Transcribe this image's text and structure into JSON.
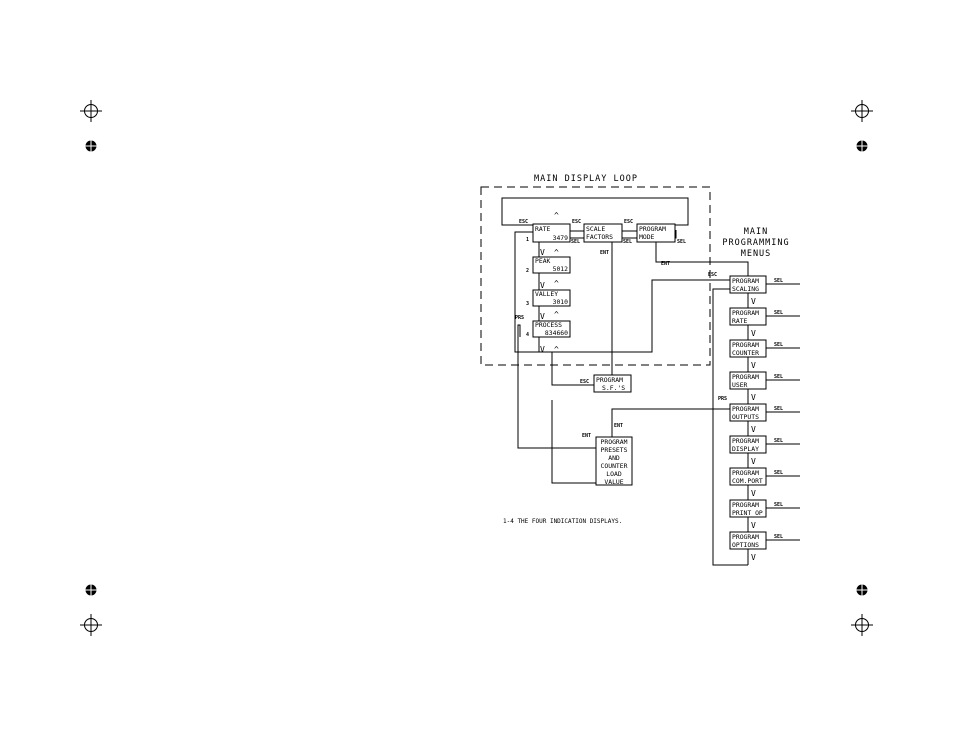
{
  "title": "MAIN DISPLAY LOOP",
  "side_title_1": "MAIN",
  "side_title_2": "PROGRAMMING",
  "side_title_3": "MENUS",
  "footnote": "1-4 THE FOUR INDICATION DISPLAYS.",
  "labels": {
    "esc": "ESC",
    "sel": "SEL",
    "ent": "ENT",
    "prs": "PRS",
    "up": "^",
    "down": "V"
  },
  "loop_boxes": [
    {
      "num": "1",
      "line1": "RATE",
      "value": "3479"
    },
    {
      "num": "2",
      "line1": "PEAK",
      "value": "5012"
    },
    {
      "num": "3",
      "line1": "VALLEY",
      "value": "3010"
    },
    {
      "num": "4",
      "line1": "PROCESS",
      "value": "834660"
    }
  ],
  "top_boxes": [
    {
      "line1": "SCALE",
      "line2": "FACTORS"
    },
    {
      "line1": "PROGRAM",
      "line2": "MODE"
    }
  ],
  "sf_box": {
    "line1": "PROGRAM",
    "line2": "S.F.'S"
  },
  "presets_box": [
    "PROGRAM",
    "PRESETS",
    "AND",
    "COUNTER",
    "LOAD",
    "VALUE"
  ],
  "menus": [
    {
      "line1": "PROGRAM",
      "line2": "SCALING"
    },
    {
      "line1": "PROGRAM",
      "line2": "RATE"
    },
    {
      "line1": "PROGRAM",
      "line2": "COUNTER"
    },
    {
      "line1": "PROGRAM",
      "line2": "USER"
    },
    {
      "line1": "PROGRAM",
      "line2": "OUTPUTS"
    },
    {
      "line1": "PROGRAM",
      "line2": "DISPLAY"
    },
    {
      "line1": "PROGRAM",
      "line2": "COM.PORT"
    },
    {
      "line1": "PROGRAM",
      "line2": "PRINT OP"
    },
    {
      "line1": "PROGRAM",
      "line2": "OPTIONS"
    }
  ]
}
